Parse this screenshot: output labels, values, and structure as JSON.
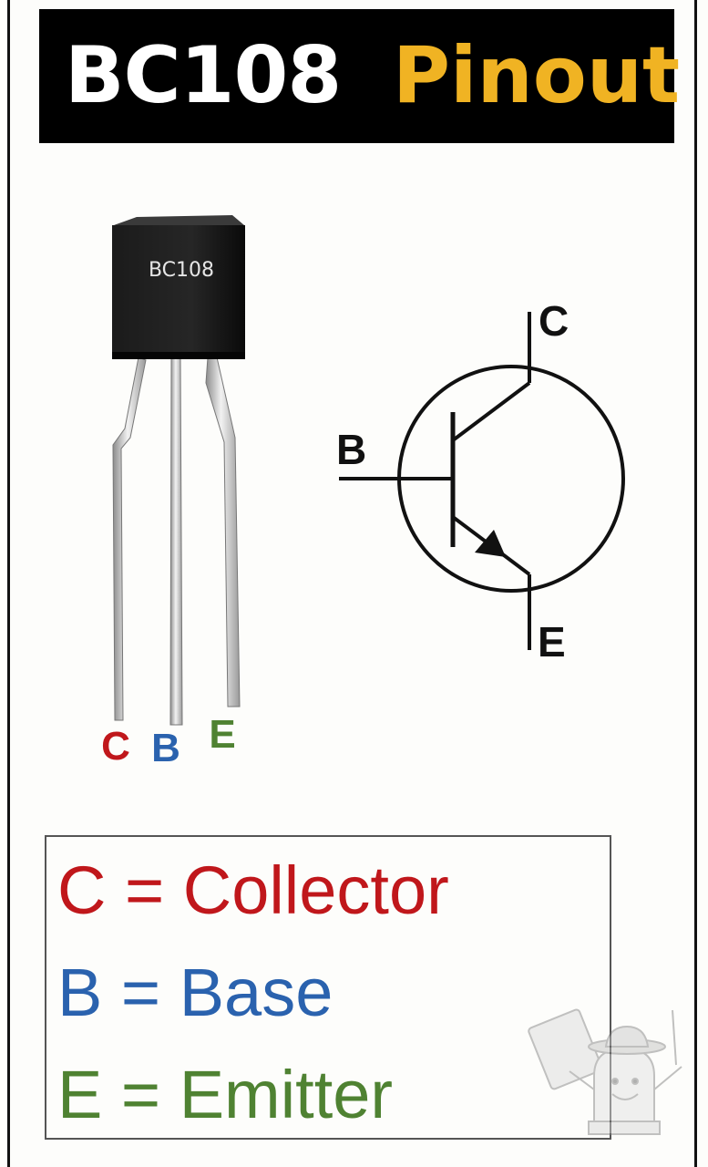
{
  "header": {
    "part": "BC108",
    "suffix": "Pinout"
  },
  "package": {
    "marking": "BC108",
    "pin_labels": [
      "C",
      "B",
      "E"
    ]
  },
  "symbol": {
    "collector_label": "C",
    "base_label": "B",
    "emitter_label": "E"
  },
  "legend": {
    "collector": "C = Collector",
    "base": "B = Base",
    "emitter": "E = Emitter"
  },
  "colors": {
    "title_accent": "#f0b323",
    "collector": "#c0171b",
    "base": "#2a62ae",
    "emitter": "#4f8232"
  }
}
